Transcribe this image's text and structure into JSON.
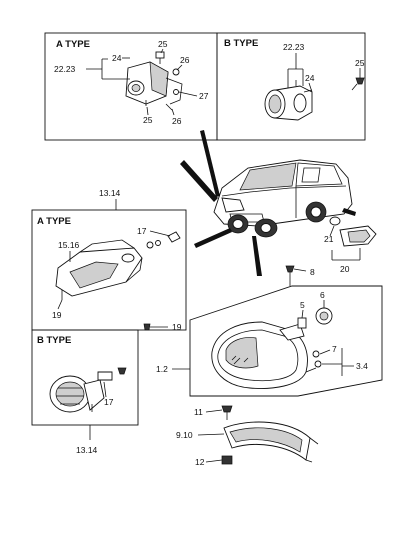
{
  "panels": {
    "top_left": {
      "title": "A TYPE"
    },
    "top_right": {
      "title": "B TYPE"
    },
    "mid_a": {
      "title": "A TYPE"
    },
    "mid_b": {
      "title": "B TYPE"
    }
  },
  "callouts": {
    "tl_2223": "22.23",
    "tl_24": "24",
    "tl_25_top": "25",
    "tl_26_top": "26",
    "tl_27": "27",
    "tl_25_bottom": "25",
    "tl_26_bottom": "26",
    "tr_2223": "22.23",
    "tr_24": "24",
    "out_25": "25",
    "group_1314_top": "13.14",
    "a_17": "17",
    "a_1516": "15.16",
    "a_19": "19",
    "b_19": "19",
    "b_17": "17",
    "group_1314_bottom": "13.14",
    "p8": "8",
    "p5": "5",
    "p6": "6",
    "p7": "7",
    "p34": "3.4",
    "p12_main": "1.2",
    "p21": "21",
    "p20": "20",
    "p11": "11",
    "p910": "9.10",
    "p12_small": "12"
  },
  "colors": {
    "line": "#111111",
    "background": "#ffffff",
    "shade": "#cfcfcf"
  }
}
